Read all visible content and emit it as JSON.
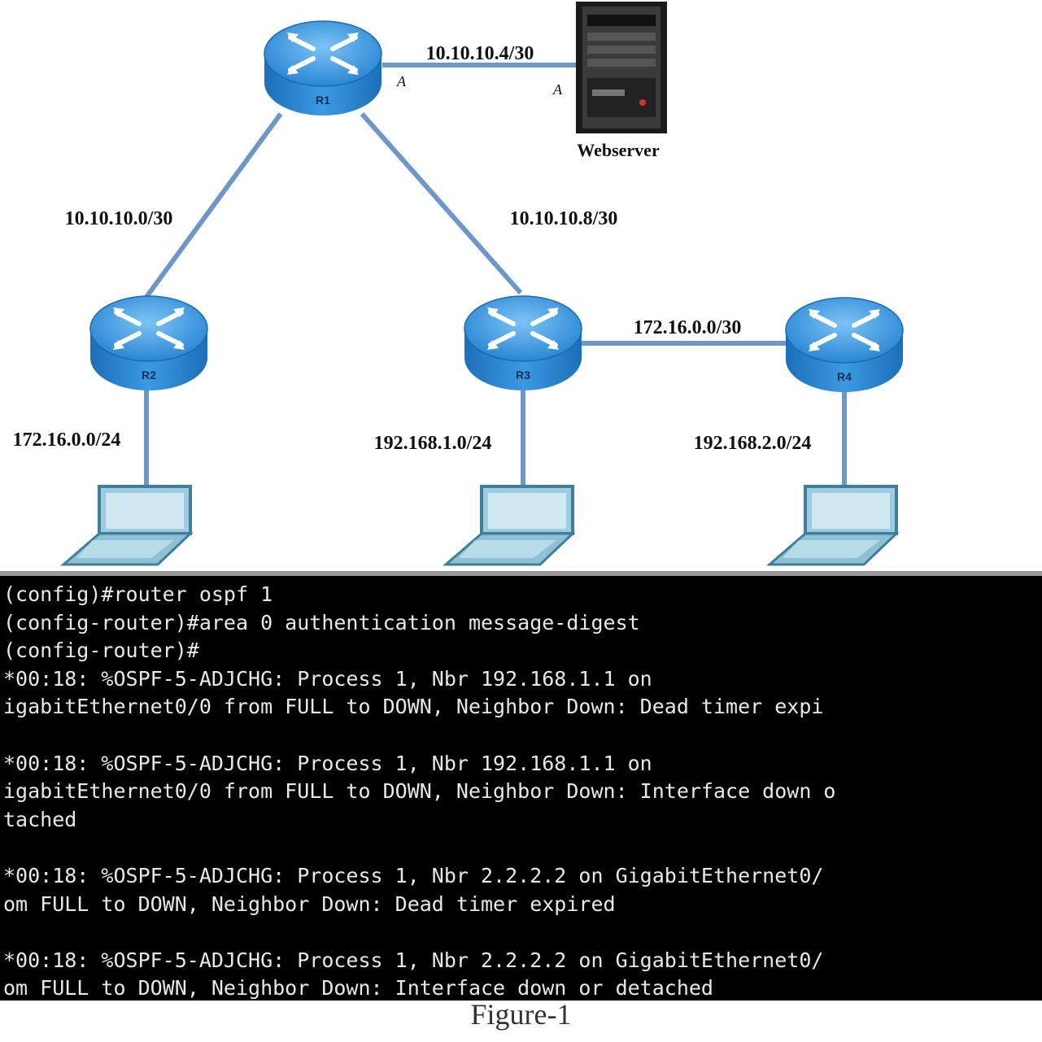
{
  "diagram": {
    "routers": [
      {
        "name": "R1"
      },
      {
        "name": "R2"
      },
      {
        "name": "R3"
      },
      {
        "name": "R4"
      }
    ],
    "webserver_label": "Webserver",
    "links": [
      {
        "label": "10.10.10.4/30",
        "ends": "R1-Webserver"
      },
      {
        "label": "10.10.10.0/30",
        "ends": "R1-R2"
      },
      {
        "label": "10.10.10.8/30",
        "ends": "R1-R3"
      },
      {
        "label": "172.16.0.0/30",
        "ends": "R3-R4"
      },
      {
        "label": "172.16.0.0/24",
        "ends": "R2-PC"
      },
      {
        "label": "192.168.1.0/24",
        "ends": "R3-PC"
      },
      {
        "label": "192.168.2.0/24",
        "ends": "R4-PC"
      }
    ],
    "iface_labels": [
      "A",
      "A"
    ]
  },
  "terminal": {
    "lines": [
      "(config)#router ospf 1",
      "(config-router)#area 0 authentication message-digest",
      "(config-router)#",
      "*00:18: %OSPF-5-ADJCHG: Process 1, Nbr 192.168.1.1 on",
      "igabitEthernet0/0 from FULL to DOWN, Neighbor Down: Dead timer expi",
      "",
      "*00:18: %OSPF-5-ADJCHG: Process 1, Nbr 192.168.1.1 on",
      "igabitEthernet0/0 from FULL to DOWN, Neighbor Down: Interface down o",
      "tached",
      "",
      "*00:18: %OSPF-5-ADJCHG: Process 1, Nbr 2.2.2.2 on GigabitEthernet0/",
      "om FULL to DOWN, Neighbor Down: Dead timer expired",
      "",
      "*00:18: %OSPF-5-ADJCHG: Process 1, Nbr 2.2.2.2 on GigabitEthernet0/",
      "om FULL to DOWN, Neighbor Down: Interface down or detached"
    ]
  },
  "caption": "Figure-1",
  "colors": {
    "router": "#2f8fd8",
    "link": "#6f96c8",
    "terminal_bg": "#000000"
  }
}
